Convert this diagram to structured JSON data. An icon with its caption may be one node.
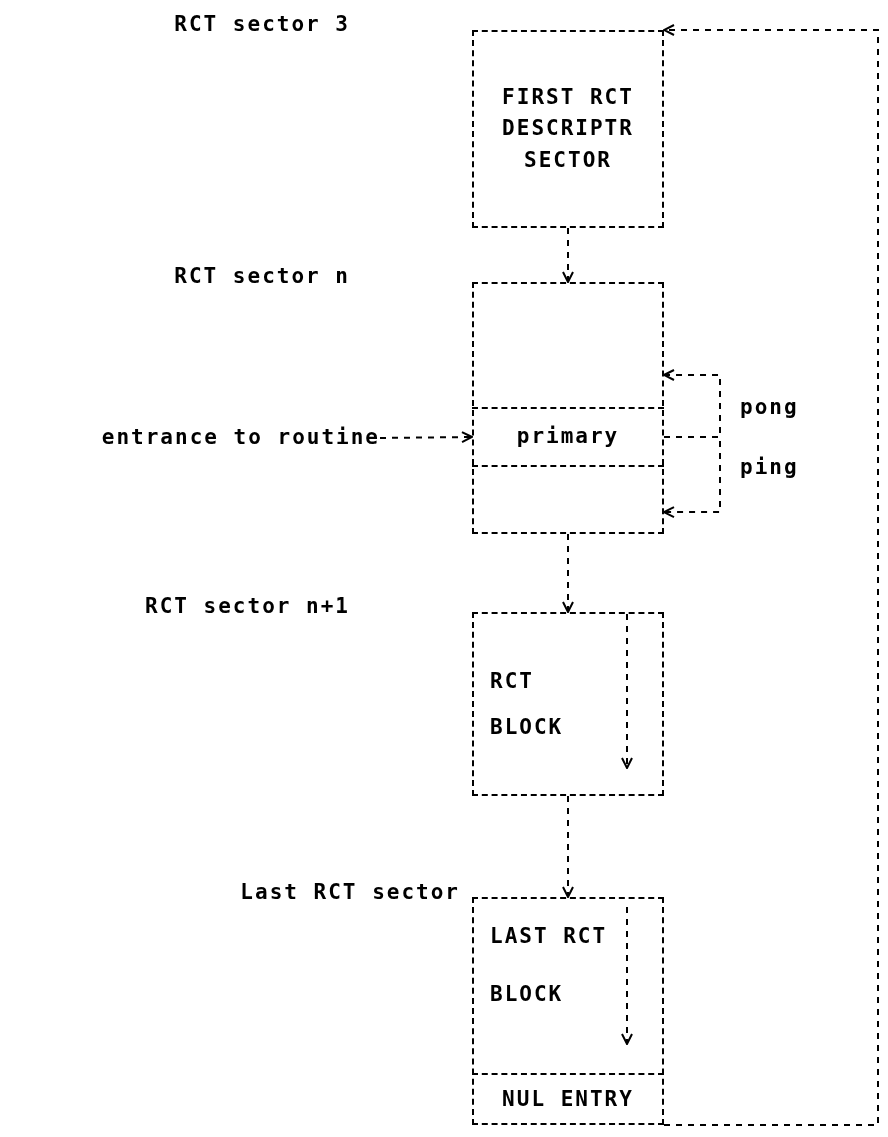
{
  "diagram": {
    "nodes": [
      {
        "text": [
          "FIRST RCT DESCRIPTR SECTOR"
        ]
      },
      {
        "text": [],
        "shape": "box"
      },
      {
        "text": [
          "primary"
        ],
        "in": 1
      },
      {
        "text": [
          "entrance to routine"
        ]
      },
      {
        "text": [
          "RCT BLOCK"
        ]
      },
      {
        "text": [
          "LAST RCT BLOCK"
        ]
      },
      {
        "text": [
          "NUL ENTRY"
        ],
        "in": 5
      }
    ],
    "edges": [
      {
        "from": 0,
        "to": 1,
        "arrow": "to",
        "style": "dashed"
      },
      {
        "from": 1,
        "to": 4,
        "arrow": "to",
        "style": "dashed"
      },
      {
        "from": 4,
        "to": 5,
        "arrow": "to",
        "style": "dashed"
      },
      {
        "from": 3,
        "to": 2,
        "arrow": "to",
        "style": "dashed"
      },
      {
        "from": 2,
        "to": 1,
        "arrow": "to",
        "label": "pong",
        "style": "dashed"
      },
      {
        "from": 2,
        "to": 1,
        "arrow": "to",
        "label": "ping",
        "style": "dashed"
      },
      {
        "from": 5,
        "to": 0,
        "arrow": "to",
        "style": "dashed"
      }
    ],
    "labels": [
      "RCT sector 3",
      "RCT sector n",
      "RCT sector n+1",
      "Last RCT sector"
    ]
  }
}
